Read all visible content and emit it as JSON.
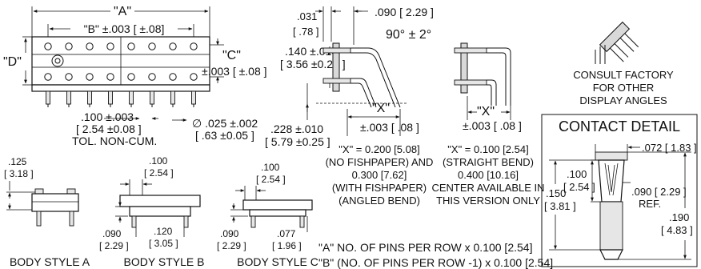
{
  "top_view": {
    "dim_a": "\"A\"",
    "dim_b": "\"B\" ±.003 [ ±.08]",
    "dim_c_label": "\"C\"",
    "dim_c_value": "±.003 [ ±.08 ]",
    "dim_d": "\"D\"",
    "pitch_1": ".100 ±.003",
    "pitch_2": "[ 2.54 ±0.08 ]",
    "pitch_note": "TOL. NON-CUM.",
    "pin_dia_1": "∅ .025 ±.002",
    "pin_dia_2": "[ .63 ±0.05 ]",
    "pins_per_row": 8
  },
  "angled_view": {
    "dim_031": ".031",
    "dim_078": "[ .78 ]",
    "dim_090": ".090 [ 2.29 ]",
    "angle": "90° ± 2°",
    "dim_140": ".140 ±.010",
    "dim_356": "[ 3.56 ±0.25 ]",
    "dim_228": ".228 ±.010",
    "dim_579": "[ 5.79 ±0.25 ]",
    "x_label": "\"X\"",
    "x_tol": "±.003 [ .08 ]",
    "note_1": "\"X\" = 0.200 [5.08]",
    "note_2": "(NO FISHPAPER) AND",
    "note_3": "0.300 [7.62]",
    "note_4": "(WITH FISHPAPER)",
    "note_5": "(ANGLED BEND)"
  },
  "straight_view": {
    "x_label": "\"X\"",
    "x_tol": "±.003 [ .08 ]",
    "note_1": "\"X\" = 0.100 [2.54]",
    "note_2": "(STRAIGHT BEND)",
    "note_3": "0.400 [10.16]",
    "note_4": "CENTER AVAILABLE IN",
    "note_5": "THIS VERSION ONLY"
  },
  "consult": {
    "line_1": "CONSULT FACTORY",
    "line_2": "FOR OTHER",
    "line_3": "DISPLAY ANGLES"
  },
  "contact_detail": {
    "title": "CONTACT DETAIL",
    "dim_072": ".072 [ 1.83 ]",
    "dim_100": ".100",
    "dim_254": "[ 2.54 ]",
    "dim_090": ".090 [ 2.29 ]",
    "ref": "REF.",
    "dim_150": ".150",
    "dim_381": "[ 3.81 ]",
    "dim_190": ".190",
    "dim_483": "[ 4.83 ]"
  },
  "style_a": {
    "dim_125": ".125",
    "dim_318": "[ 3.18 ]",
    "label": "BODY STYLE A"
  },
  "style_b": {
    "dim_100": ".100",
    "dim_254": "[ 2.54 ]",
    "dim_090": ".090",
    "dim_229": "[ 2.29 ]",
    "dim_120": ".120",
    "dim_305": "[ 3.05 ]",
    "label": "BODY STYLE B"
  },
  "style_c": {
    "dim_100": ".100",
    "dim_254": "[ 2.54 ]",
    "dim_090": ".090",
    "dim_229": "[ 2.29 ]",
    "dim_077": ".077",
    "dim_196": "[ 1.96 ]",
    "label": "BODY STYLE C"
  },
  "formulas": {
    "a": "\"A\" NO. OF PINS PER ROW x 0.100 [2.54]",
    "b": "\"B\" (NO. OF PINS PER ROW -1) x 0.100 [2.54]"
  }
}
